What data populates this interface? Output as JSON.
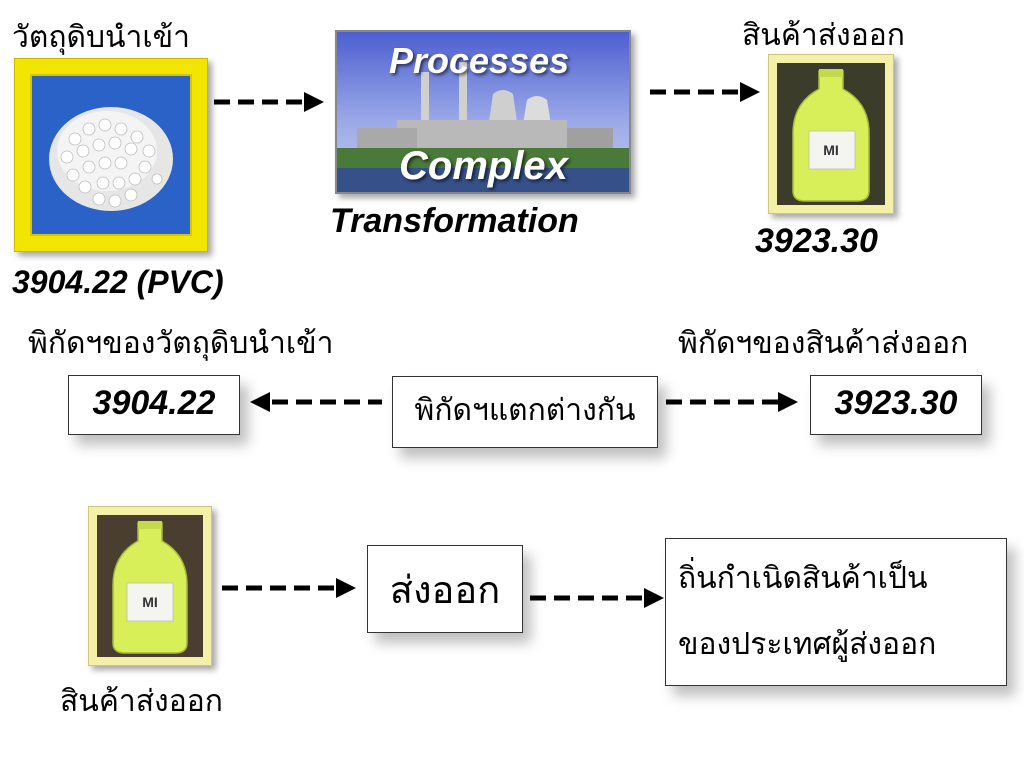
{
  "top": {
    "import_label": "วัตถุดิบนำเข้า",
    "import_code": "3904.22",
    "import_code_suffix": "(PVC)",
    "process_line1": "Processes",
    "process_line2": "Complex",
    "process_caption": "Transformation",
    "export_label": "สินค้าส่งออก",
    "export_code": "3923.30"
  },
  "middle": {
    "import_heading": "พิกัดฯของวัตถุดิบนำเข้า",
    "export_heading": "พิกัดฯของสินค้าส่งออก",
    "import_code": "3904.22",
    "export_code": "3923.30",
    "center_label": "พิกัดฯแตกต่างกัน"
  },
  "bottom": {
    "product_label": "สินค้าส่งออก",
    "export_box": "ส่งออก",
    "origin_line1": "ถิ่นกำเนิดสินค้าเป็น",
    "origin_line2": "ของประเทศผู้ส่งออก"
  },
  "icons": {
    "raw_material": "pvc-pellets-image",
    "factory": "power-plant-image",
    "bottle": "plastic-bottle-image"
  },
  "colors": {
    "frame_yellow": "#f2e600",
    "pellet_bg": "#2a62c8",
    "bottle_green": "#d9ef5a",
    "bottle_frame": "#f5f0a8"
  }
}
